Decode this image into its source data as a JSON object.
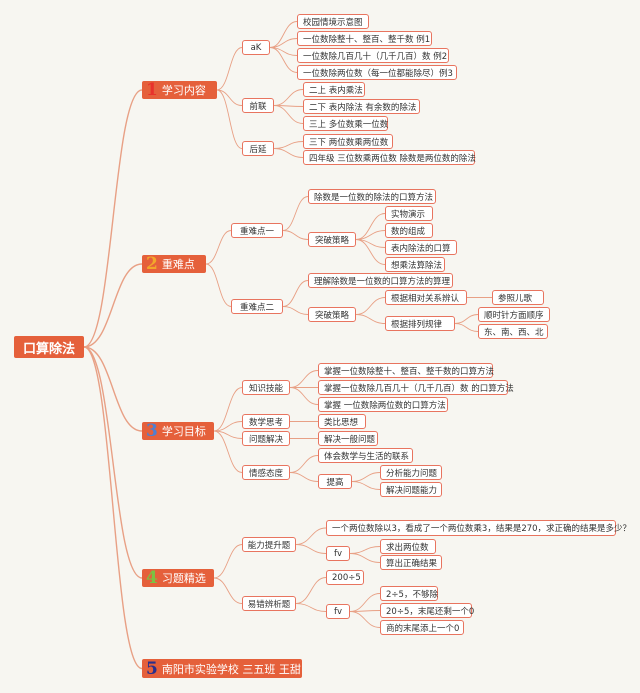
{
  "colors": {
    "accent": "#e5603b",
    "line": "#e8a085",
    "background": "#f7f6f1",
    "num1": "#e8322b",
    "num2": "#f2a72b",
    "num3": "#4f7fd0",
    "num4": "#7cc242",
    "num5": "#2a2f8c"
  },
  "root": {
    "label": "口算除法"
  },
  "sections": [
    {
      "num": "1",
      "title": "学习内容",
      "groups": [
        {
          "label": "aK",
          "items": [
            "校园情境示意图",
            "一位数除整十、整百、整千数 例1",
            "一位数除几百几十（几千几百）数 例2",
            "一位数除两位数（每一位都能除尽）例3"
          ]
        },
        {
          "label": "前联",
          "items": [
            "二上 表内乘法",
            "二下 表内除法 有余数的除法",
            "三上 多位数乘一位数"
          ]
        },
        {
          "label": "后延",
          "items": [
            "三下 两位数乘两位数",
            "四年级 三位数乘两位数 除数是两位数的除法"
          ]
        }
      ]
    },
    {
      "num": "2",
      "title": "重难点",
      "groups": [
        {
          "label": "重难点一",
          "items": [
            "除数是一位数的除法的口算方法"
          ],
          "sub": {
            "label": "突破策略",
            "items": [
              "实物演示",
              "数的组成",
              "表内除法的口算",
              "想乘法算除法"
            ]
          }
        },
        {
          "label": "重难点二",
          "items": [
            "理解除数是一位数的口算方法的算理"
          ],
          "sub": {
            "label": "突破策略",
            "items": [
              "根据相对关系辨认",
              "根据排列规律"
            ],
            "leaves": [
              "参照儿歌",
              "顺时针方面顺序",
              "东、南、西、北"
            ]
          }
        }
      ]
    },
    {
      "num": "3",
      "title": "学习目标",
      "groups": [
        {
          "label": "知识技能",
          "items": [
            "掌握一位数除整十、整百、整千数的口算方法",
            "掌握一位数除几百几十（几千几百）数 的口算方法",
            "掌握 一位数除两位数的口算方法"
          ]
        },
        {
          "label": "数学思考",
          "items": [
            "类比思想"
          ]
        },
        {
          "label": "问题解决",
          "items": [
            "解决一般问题"
          ]
        },
        {
          "label": "情感态度",
          "items": [
            "体会数学与生活的联系"
          ],
          "sub": {
            "label": "提高",
            "items": [
              "分析能力问题",
              "解决问题能力"
            ]
          }
        }
      ]
    },
    {
      "num": "4",
      "title": "习题精选",
      "groups": [
        {
          "label": "能力提升题",
          "items": [
            "一个两位数除以3，看成了一个两位数乘3，结果是270，求正确的结果是多少？"
          ],
          "sub": {
            "label": "fv",
            "items": [
              "求出两位数",
              "算出正确结果"
            ]
          }
        },
        {
          "label": "易错辨析题",
          "items": [
            "200÷5"
          ],
          "sub": {
            "label": "fv",
            "items": [
              "2÷5，不够除",
              "20÷5，末尾还剩一个0",
              "商的末尾添上一个0"
            ]
          }
        }
      ]
    },
    {
      "num": "5",
      "title": "南阳市实验学校 三五班 王甜",
      "groups": []
    }
  ]
}
